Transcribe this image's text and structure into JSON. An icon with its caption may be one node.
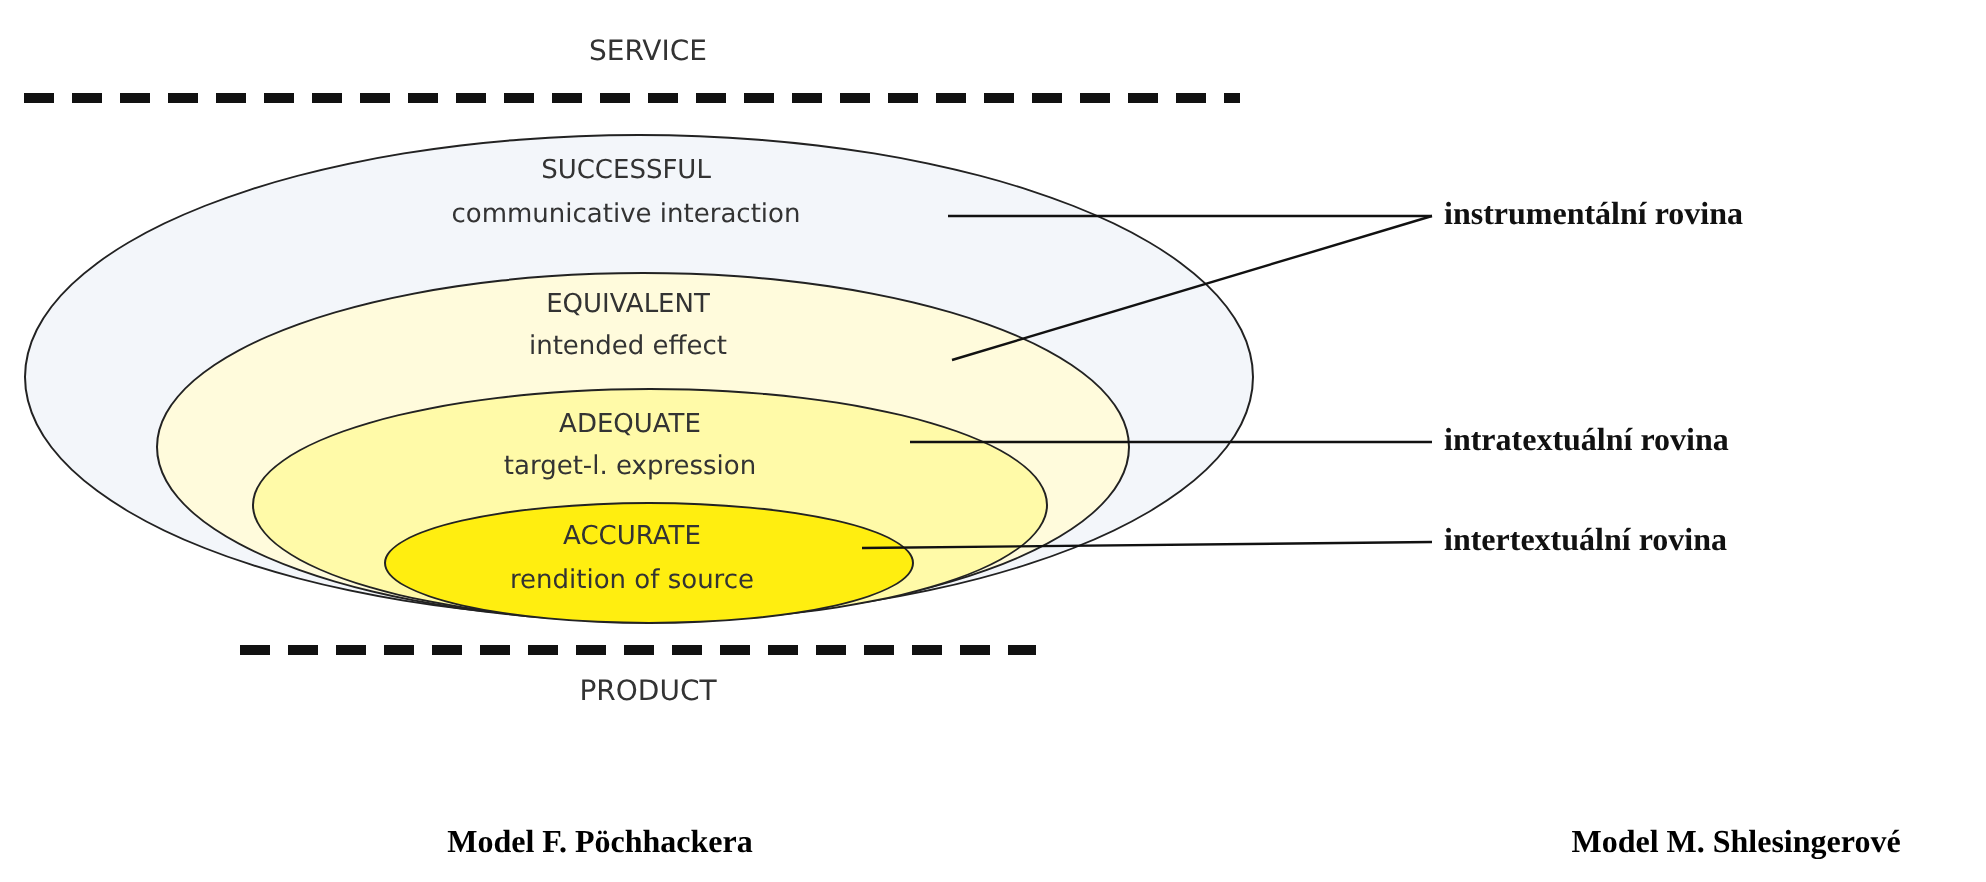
{
  "diagram": {
    "nodes": [
      {
        "text": [
          "SUCCESSFUL",
          "communicative interaction"
        ]
      },
      {
        "text": [
          "EQUIVALENT",
          "intended effect"
        ],
        "in": 0
      },
      {
        "text": [
          "ADEQUATE",
          "target-l. expression"
        ],
        "in": 1
      },
      {
        "text": [
          "ACCURATE",
          "rendition of source"
        ],
        "in": 2
      },
      {
        "text": [
          "instrumentální rovina"
        ]
      },
      {
        "text": [
          "intratextuální rovina"
        ]
      },
      {
        "text": [
          "intertextuální rovina"
        ]
      }
    ],
    "edges": [
      {
        "from": 4,
        "to": 0,
        "arrow": "none"
      },
      {
        "from": 4,
        "to": 1,
        "arrow": "none"
      },
      {
        "from": 5,
        "to": 2,
        "arrow": "none"
      },
      {
        "from": 6,
        "to": 3,
        "arrow": "none"
      }
    ],
    "labels": [
      "SERVICE",
      "PRODUCT",
      "Model F. Pöchhackera",
      "Model M. Shlesingerové"
    ]
  }
}
